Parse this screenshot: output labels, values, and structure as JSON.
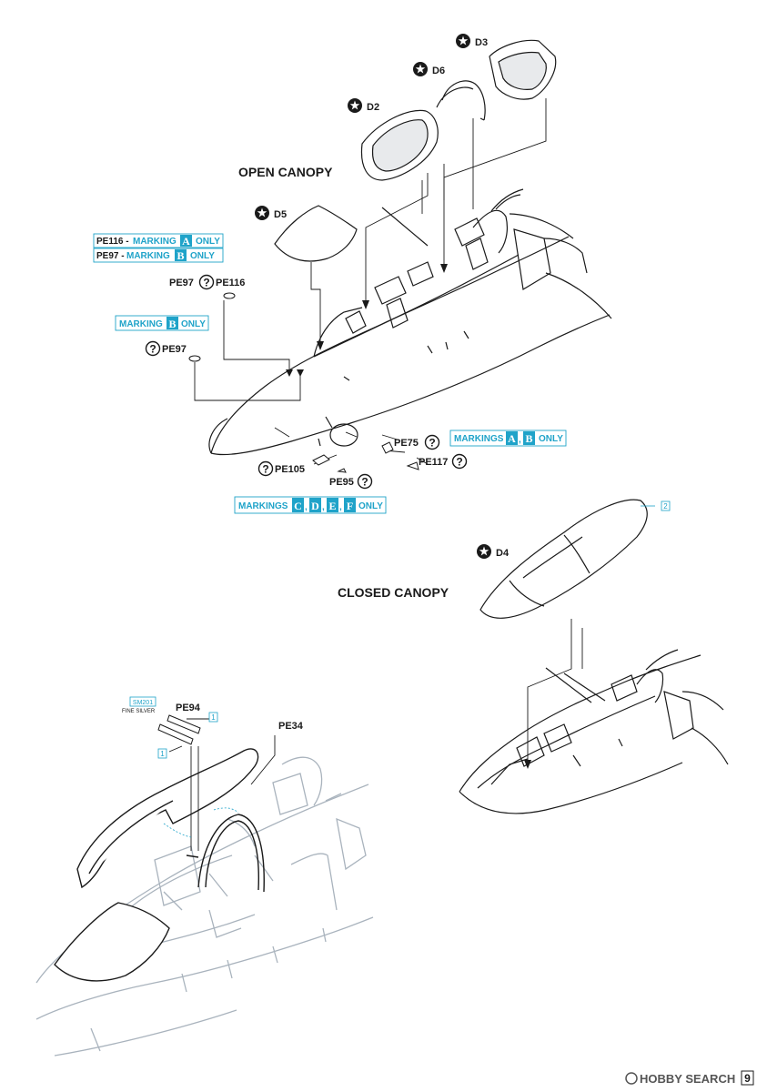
{
  "headings": {
    "open_canopy": "OPEN CANOPY",
    "closed_canopy": "CLOSED CANOPY"
  },
  "parts": {
    "d3": "D3",
    "d6": "D6",
    "d2": "D2",
    "d5": "D5",
    "d4": "D4",
    "pe97_a": "PE97",
    "pe116": "PE116",
    "pe97_b": "PE97",
    "pe75": "PE75",
    "pe117": "PE117",
    "pe105": "PE105",
    "pe95": "PE95",
    "pe94": "PE94",
    "pe34": "PE34"
  },
  "markings": {
    "pe116_row": {
      "part": "PE116 -",
      "label": "MARKING",
      "letters": [
        "A"
      ],
      "suffix": "ONLY"
    },
    "pe97_row": {
      "part": "PE97 -",
      "label": "MARKING",
      "letters": [
        "B"
      ],
      "suffix": "ONLY"
    },
    "marking_b": {
      "label": "MARKING",
      "letters": [
        "B"
      ],
      "suffix": "ONLY"
    },
    "markings_ab": {
      "label": "MARKINGS",
      "letters": [
        "A",
        "B"
      ],
      "suffix": "ONLY"
    },
    "markings_cdef": {
      "label": "MARKINGS",
      "letters": [
        "C",
        "D",
        "E",
        "F"
      ],
      "suffix": "ONLY"
    }
  },
  "paint": {
    "code": "SM201",
    "name": "FINE SILVER"
  },
  "step_numbers": {
    "one_a": "1",
    "one_b": "1",
    "two": "2"
  },
  "footer": {
    "watermark": "HOBBY SEARCH",
    "page_number": "9"
  },
  "colors": {
    "accent": "#1fa3c9",
    "line": "#1a1a1a",
    "ghost_line": "#a9b3bd"
  },
  "icons": {
    "flip_symbol": "star-in-circle-icon",
    "optional_symbol": "question-circle-icon"
  }
}
